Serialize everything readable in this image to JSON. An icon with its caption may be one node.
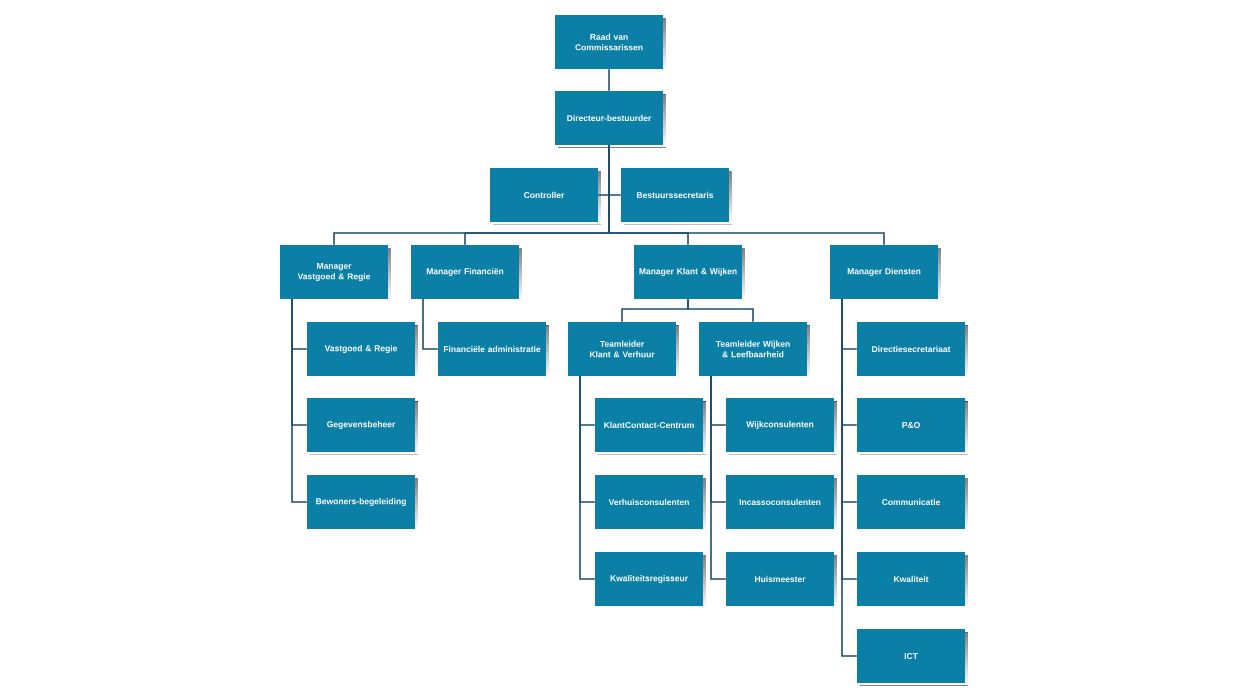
{
  "diagram": {
    "nodes": [
      {
        "text": [
          "Raad van Commissarissen"
        ]
      },
      {
        "text": [
          "Directeur-bestuurder"
        ]
      },
      {
        "text": [
          "Controller"
        ]
      },
      {
        "text": [
          "Bestuurssecretaris"
        ]
      },
      {
        "text": [
          "Manager Vastgoed & Regie"
        ]
      },
      {
        "text": [
          "Manager Financiën"
        ]
      },
      {
        "text": [
          "Manager Klant & Wijken"
        ]
      },
      {
        "text": [
          "Manager Diensten"
        ]
      },
      {
        "text": [
          "Vastgoed & Regie"
        ]
      },
      {
        "text": [
          "Gegevensbeheer"
        ]
      },
      {
        "text": [
          "Bewoners-begeleiding"
        ]
      },
      {
        "text": [
          "Financiële administratie"
        ]
      },
      {
        "text": [
          "Teamleider Klant & Verhuur"
        ]
      },
      {
        "text": [
          "Teamleider Wijken & Leefbaarheid"
        ]
      },
      {
        "text": [
          "KlantContact-Centrum"
        ]
      },
      {
        "text": [
          "Verhuisconsulenten"
        ]
      },
      {
        "text": [
          "Kwaliteitsregisseur"
        ]
      },
      {
        "text": [
          "Wijkconsulenten"
        ]
      },
      {
        "text": [
          "Incassoconsulenten"
        ]
      },
      {
        "text": [
          "Huismeester"
        ]
      },
      {
        "text": [
          "Directiesecretariaat"
        ]
      },
      {
        "text": [
          "P&O"
        ]
      },
      {
        "text": [
          "Communicatie"
        ]
      },
      {
        "text": [
          "Kwaliteit"
        ]
      },
      {
        "text": [
          "ICT"
        ]
      }
    ],
    "edges": [
      {
        "from": 0,
        "to": 1,
        "arrow": "none"
      },
      {
        "from": 1,
        "to": 2,
        "arrow": "none"
      },
      {
        "from": 1,
        "to": 3,
        "arrow": "none"
      },
      {
        "from": 1,
        "to": 4,
        "arrow": "none"
      },
      {
        "from": 1,
        "to": 5,
        "arrow": "none"
      },
      {
        "from": 1,
        "to": 6,
        "arrow": "none"
      },
      {
        "from": 1,
        "to": 7,
        "arrow": "none"
      },
      {
        "from": 4,
        "to": 8,
        "arrow": "none"
      },
      {
        "from": 4,
        "to": 9,
        "arrow": "none"
      },
      {
        "from": 4,
        "to": 10,
        "arrow": "none"
      },
      {
        "from": 5,
        "to": 11,
        "arrow": "none"
      },
      {
        "from": 6,
        "to": 12,
        "arrow": "none"
      },
      {
        "from": 6,
        "to": 13,
        "arrow": "none"
      },
      {
        "from": 12,
        "to": 14,
        "arrow": "none"
      },
      {
        "from": 12,
        "to": 15,
        "arrow": "none"
      },
      {
        "from": 12,
        "to": 16,
        "arrow": "none"
      },
      {
        "from": 13,
        "to": 17,
        "arrow": "none"
      },
      {
        "from": 13,
        "to": 18,
        "arrow": "none"
      },
      {
        "from": 13,
        "to": 19,
        "arrow": "none"
      },
      {
        "from": 7,
        "to": 20,
        "arrow": "none"
      },
      {
        "from": 7,
        "to": 21,
        "arrow": "none"
      },
      {
        "from": 7,
        "to": 22,
        "arrow": "none"
      },
      {
        "from": 7,
        "to": 23,
        "arrow": "none"
      },
      {
        "from": 7,
        "to": 24,
        "arrow": "none"
      }
    ]
  }
}
